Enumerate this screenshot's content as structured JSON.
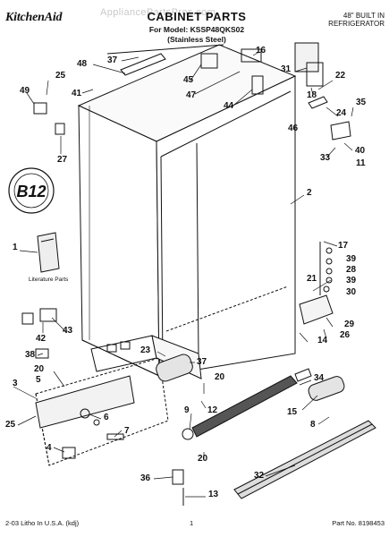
{
  "header": {
    "brand": "KitchenAid",
    "watermark": "AppliancePartsPros.com",
    "title": "CABINET PARTS",
    "model_line": "For Model: KSSP48QKS02",
    "variant": "(Stainless Steel)",
    "type_line1": "48\" BUILT IN",
    "type_line2": "REFRIGERATOR"
  },
  "badge": {
    "text": "B12"
  },
  "literature_label": "Literature Parts",
  "footer": {
    "left": "2-03 Litho In U.S.A. (kdj)",
    "page": "1",
    "part_no": "Part No. 8198453"
  },
  "part_labels": [
    {
      "id": "p48",
      "text": "48"
    },
    {
      "id": "p37a",
      "text": "37"
    },
    {
      "id": "p16",
      "text": "16"
    },
    {
      "id": "p31",
      "text": "31"
    },
    {
      "id": "p25a",
      "text": "25"
    },
    {
      "id": "p49",
      "text": "49"
    },
    {
      "id": "p41",
      "text": "41"
    },
    {
      "id": "p45",
      "text": "45"
    },
    {
      "id": "p47",
      "text": "47"
    },
    {
      "id": "p44",
      "text": "44"
    },
    {
      "id": "p18",
      "text": "18"
    },
    {
      "id": "p22",
      "text": "22"
    },
    {
      "id": "p35",
      "text": "35"
    },
    {
      "id": "p24",
      "text": "24"
    },
    {
      "id": "p46",
      "text": "46"
    },
    {
      "id": "p27",
      "text": "27"
    },
    {
      "id": "p40",
      "text": "40"
    },
    {
      "id": "p33",
      "text": "33"
    },
    {
      "id": "p11",
      "text": "11"
    },
    {
      "id": "p2",
      "text": "2"
    },
    {
      "id": "p1",
      "text": "1"
    },
    {
      "id": "p17",
      "text": "17"
    },
    {
      "id": "p39a",
      "text": "39"
    },
    {
      "id": "p28",
      "text": "28"
    },
    {
      "id": "p39b",
      "text": "39"
    },
    {
      "id": "p21",
      "text": "21"
    },
    {
      "id": "p30",
      "text": "30"
    },
    {
      "id": "p42",
      "text": "42"
    },
    {
      "id": "p43",
      "text": "43"
    },
    {
      "id": "p29",
      "text": "29"
    },
    {
      "id": "p26",
      "text": "26"
    },
    {
      "id": "p14",
      "text": "14"
    },
    {
      "id": "p38",
      "text": "38"
    },
    {
      "id": "p23",
      "text": "23"
    },
    {
      "id": "p37b",
      "text": "37"
    },
    {
      "id": "p20a",
      "text": "20"
    },
    {
      "id": "p5",
      "text": "5"
    },
    {
      "id": "p3",
      "text": "3"
    },
    {
      "id": "p20b",
      "text": "20"
    },
    {
      "id": "p34",
      "text": "34"
    },
    {
      "id": "p6",
      "text": "6"
    },
    {
      "id": "p9",
      "text": "9"
    },
    {
      "id": "p12",
      "text": "12"
    },
    {
      "id": "p15",
      "text": "15"
    },
    {
      "id": "p25b",
      "text": "25"
    },
    {
      "id": "p7",
      "text": "7"
    },
    {
      "id": "p8",
      "text": "8"
    },
    {
      "id": "p4",
      "text": "4"
    },
    {
      "id": "p20c",
      "text": "20"
    },
    {
      "id": "p32",
      "text": "32"
    },
    {
      "id": "p36",
      "text": "36"
    },
    {
      "id": "p13",
      "text": "13"
    }
  ]
}
